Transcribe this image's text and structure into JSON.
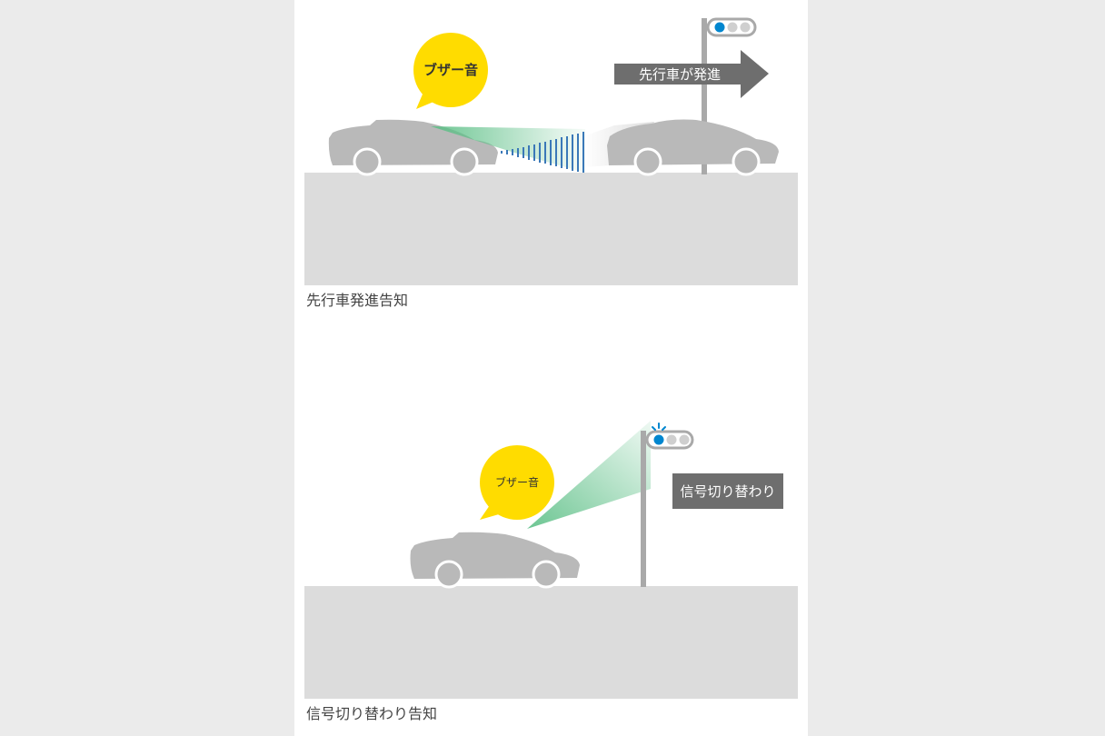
{
  "colors": {
    "page_bg": "#ebebeb",
    "panel_bg": "#ffffff",
    "road": "#dcdcdc",
    "car": "#b9b9b9",
    "wheel": "#b9b9b9",
    "wheel_rim": "#ffffff",
    "pole": "#a9a9a9",
    "signal_blue": "#0086cf",
    "bubble": "#ffdc00",
    "sensor_green": "#5cbf86",
    "sensor_blue": "#3a78b8",
    "label_box": "#6e6e6e",
    "caption_text": "#444444"
  },
  "icons": [
    "speech-bubble-icon",
    "car-icon",
    "traffic-light-icon",
    "arrow-right-icon",
    "sensor-wave-icon",
    "signal-glow-icon"
  ],
  "scene1": {
    "bubble_text": "ブザー音",
    "arrow_text": "先行車が発進",
    "caption": "先行車発進告知"
  },
  "scene2": {
    "bubble_text": "ブザー音",
    "label_text": "信号切り替わり",
    "caption": "信号切り替わり告知"
  }
}
